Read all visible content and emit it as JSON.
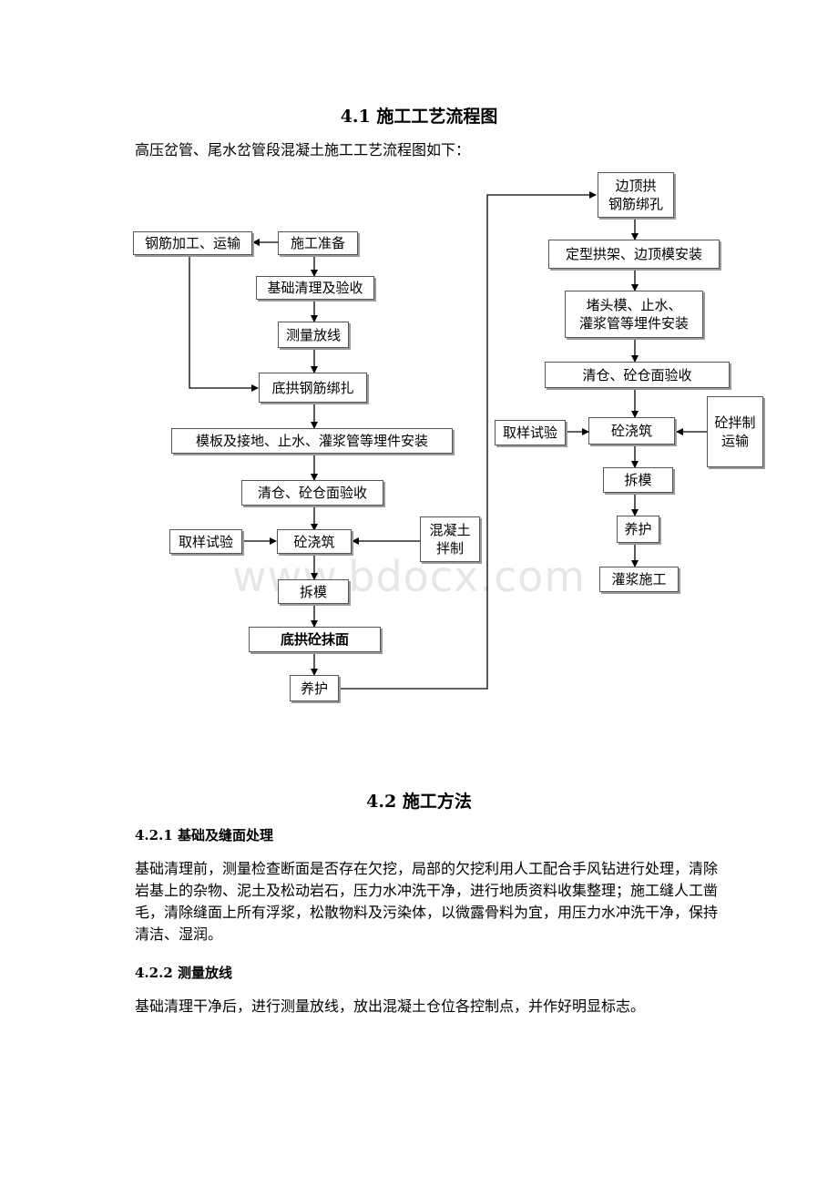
{
  "section1": {
    "title": "4.1 施工工艺流程图",
    "intro": "高压岔管、尾水岔管段混凝土施工工艺流程图如下："
  },
  "flowchart": {
    "left": {
      "steel_processing": "钢筋加工、运输",
      "prep": "施工准备",
      "foundation_clean": "基础清理及验收",
      "survey": "测量放线",
      "bottom_rebar": "底拱钢筋绑扎",
      "formwork": "模板及接地、止水、灌浆管等埋件安装",
      "clean_accept": "清仓、砼仓面验收",
      "sampling": "取样试验",
      "pour": "砼浇筑",
      "concrete_mix": "混凝土\n拌制",
      "demold": "拆模",
      "bottom_finish": "底拱砼抹面",
      "cure": "养护"
    },
    "right": {
      "crown_rebar": "边顶拱\n钢筋绑孔",
      "arch_formwork": "定型拱架、边顶模安装",
      "embedded": "堵头模、止水、\n灌浆管等埋件安装",
      "clean_accept": "清仓、砼仓面验收",
      "mix_transport": "砼拌制\n运输",
      "sampling": "取样试验",
      "pour": "砼浇筑",
      "demold": "拆模",
      "cure": "养护",
      "grouting": "灌浆施工"
    }
  },
  "watermark": "www.bdocx.com",
  "section2": {
    "title": "4.2 施工方法",
    "sub1": {
      "title": "4.2.1 基础及缝面处理",
      "body": "基础清理前，测量检查断面是否存在欠挖，局部的欠挖利用人工配合手风钻进行处理，清除岩基上的杂物、泥土及松动岩石，压力水冲洗干净，进行地质资料收集整理；施工缝人工凿毛，清除缝面上所有浮浆，松散物料及污染体，以微露骨料为宜，用压力水冲洗干净，保持清洁、湿润。"
    },
    "sub2": {
      "title": "4.2.2 测量放线",
      "body": "基础清理干净后，进行测量放线，放出混凝土仓位各控制点，并作好明显标志。"
    }
  }
}
